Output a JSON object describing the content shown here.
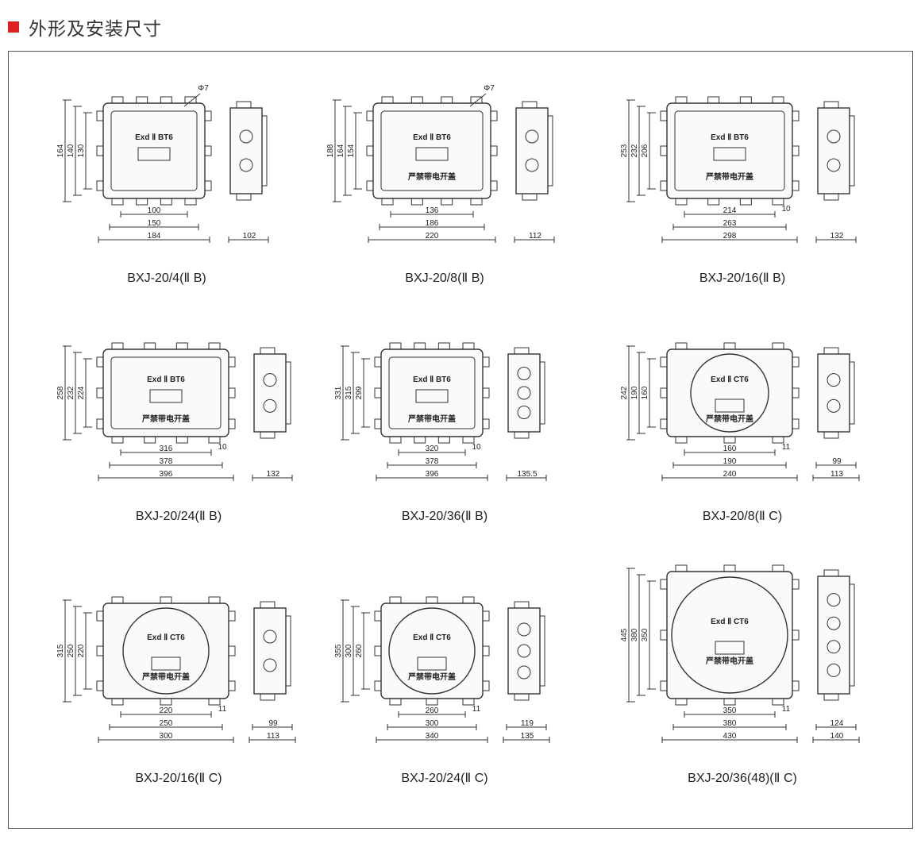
{
  "section": {
    "title": "外形及安装尺寸",
    "accent_color": "#e02020"
  },
  "drawings": [
    {
      "caption": "BXJ-20/4(Ⅱ B)",
      "plate": {
        "line1": "Exd Ⅱ BT6",
        "line2": ""
      },
      "phi": "Φ7",
      "heights": [
        "164",
        "140",
        "130"
      ],
      "widths": [
        "100",
        "150",
        "184"
      ],
      "side": [
        "102"
      ],
      "extra": ""
    },
    {
      "caption": "BXJ-20/8(Ⅱ B)",
      "plate": {
        "line1": "Exd Ⅱ BT6",
        "line2": "严禁带电开盖"
      },
      "phi": "Φ7",
      "heights": [
        "188",
        "164",
        "154"
      ],
      "widths": [
        "136",
        "186",
        "220"
      ],
      "side": [
        "112"
      ],
      "extra": ""
    },
    {
      "caption": "BXJ-20/16(Ⅱ B)",
      "plate": {
        "line1": "Exd Ⅱ BT6",
        "line2": "严禁带电开盖"
      },
      "phi": "",
      "heights": [
        "253",
        "232",
        "206"
      ],
      "widths": [
        "214",
        "263",
        "298"
      ],
      "side": [
        "132"
      ],
      "extra": "10"
    },
    {
      "caption": "BXJ-20/24(Ⅱ B)",
      "plate": {
        "line1": "Exd Ⅱ BT6",
        "line2": "严禁带电开盖"
      },
      "phi": "",
      "heights": [
        "258",
        "232",
        "224"
      ],
      "widths": [
        "316",
        "378",
        "396"
      ],
      "side": [
        "132"
      ],
      "extra": "10"
    },
    {
      "caption": "BXJ-20/36(Ⅱ B)",
      "plate": {
        "line1": "Exd Ⅱ BT6",
        "line2": "严禁带电开盖"
      },
      "phi": "",
      "heights": [
        "331",
        "315",
        "299"
      ],
      "widths": [
        "320",
        "378",
        "396"
      ],
      "side": [
        "135.5"
      ],
      "extra": "10"
    },
    {
      "caption": "BXJ-20/8(Ⅱ C)",
      "plate": {
        "line1": "Exd Ⅱ CT6",
        "line2": "严禁带电开盖"
      },
      "phi": "",
      "heights": [
        "242",
        "190",
        "160"
      ],
      "widths": [
        "160",
        "190",
        "240"
      ],
      "side": [
        "99",
        "113"
      ],
      "extra": "11"
    },
    {
      "caption": "BXJ-20/16(Ⅱ C)",
      "plate": {
        "line1": "Exd Ⅱ CT6",
        "line2": "严禁带电开盖"
      },
      "phi": "",
      "heights": [
        "315",
        "250",
        "220"
      ],
      "widths": [
        "220",
        "250",
        "300"
      ],
      "side": [
        "99",
        "113"
      ],
      "extra": "11"
    },
    {
      "caption": "BXJ-20/24(Ⅱ C)",
      "plate": {
        "line1": "Exd Ⅱ CT6",
        "line2": "严禁带电开盖"
      },
      "phi": "",
      "heights": [
        "355",
        "300",
        "260"
      ],
      "widths": [
        "260",
        "300",
        "340"
      ],
      "side": [
        "119",
        "135"
      ],
      "extra": "11"
    },
    {
      "caption": "BXJ-20/36(48)(Ⅱ C)",
      "plate": {
        "line1": "Exd Ⅱ CT6",
        "line2": "严禁带电开盖"
      },
      "phi": "",
      "heights": [
        "445",
        "380",
        "350"
      ],
      "widths": [
        "350",
        "380",
        "430"
      ],
      "side": [
        "124",
        "140"
      ],
      "extra": "11"
    }
  ]
}
